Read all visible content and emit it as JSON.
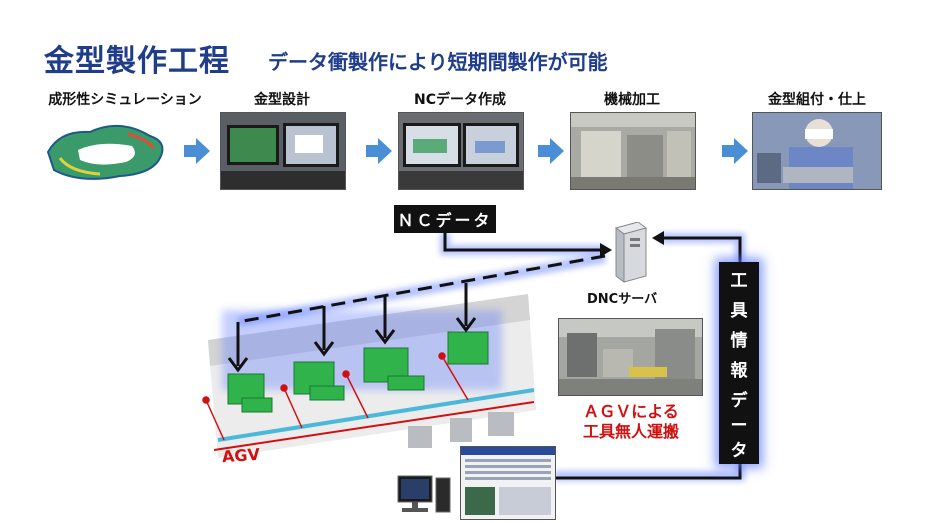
{
  "header": {
    "title": "金型製作工程",
    "subtitle": "データ衝製作により短期間製作が可能"
  },
  "steps": [
    {
      "label": "成形性シミュレーション",
      "icon": "mold-simulation-render"
    },
    {
      "label": "金型設計",
      "icon": "cad-monitors-photo"
    },
    {
      "label": "NCデータ作成",
      "icon": "nc-monitors-photo"
    },
    {
      "label": "機械加工",
      "icon": "machining-center-photo"
    },
    {
      "label": "金型組付・仕上",
      "icon": "assembly-worker-photo"
    }
  ],
  "flow": {
    "nc_data_tag": "ＮＣデータ",
    "dnc_server_label": "DNCサーバ",
    "tool_info_vertical": [
      "工",
      "具",
      "情",
      "報",
      "デ",
      "ー",
      "タ"
    ],
    "agv_caption_line1": "ＡＧＶによる",
    "agv_caption_line2": "工具無人運搬",
    "agv_floor_label": "AGV"
  },
  "colors": {
    "title_blue": "#1f3d8a",
    "arrow_blue": "#4a8fd6",
    "agv_red": "#d01010",
    "machine_green": "#2fb34a",
    "glow_blue": "#5a78ff"
  }
}
